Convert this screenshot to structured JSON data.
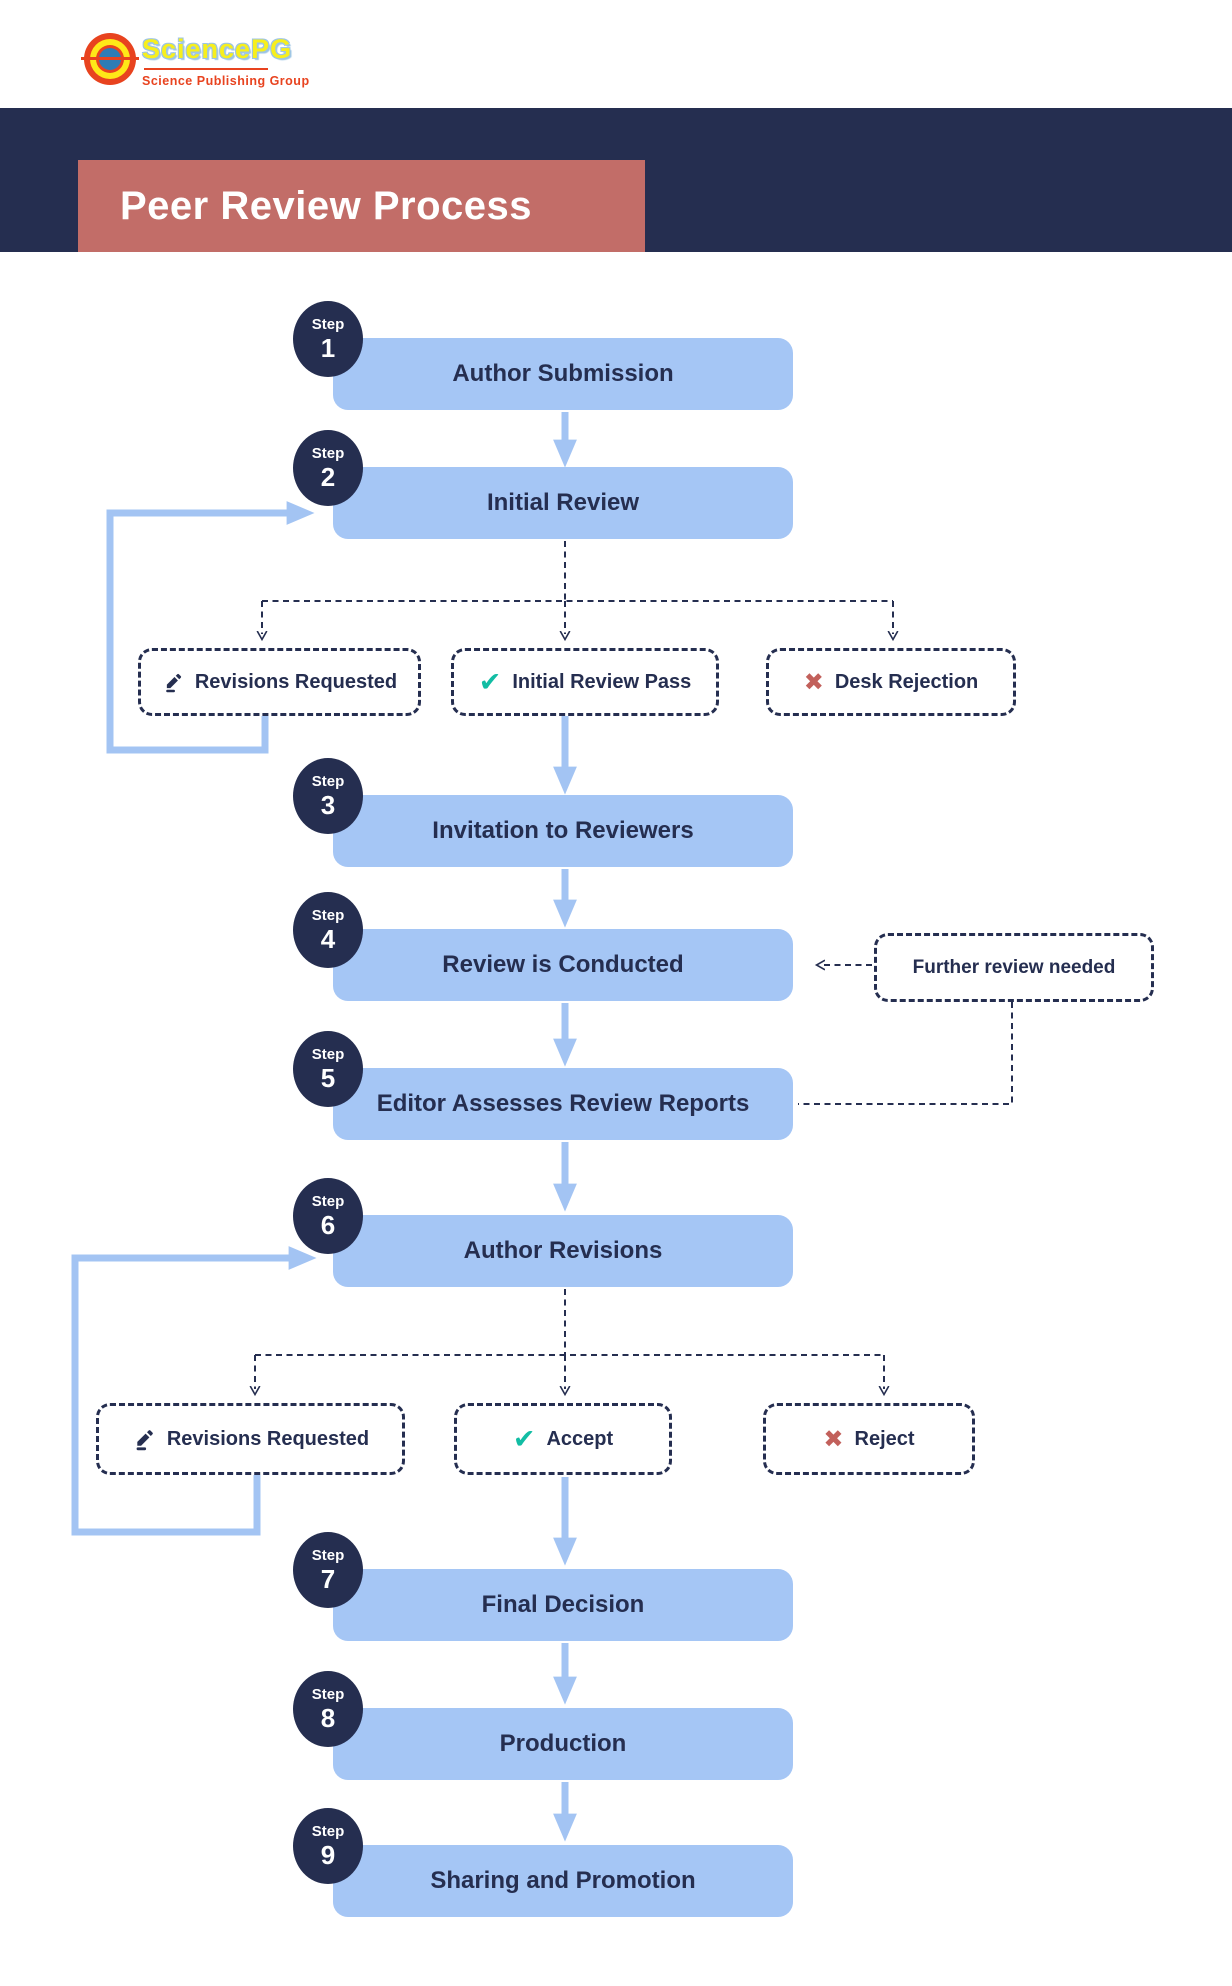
{
  "logo": {
    "brand": "SciencePG",
    "tagline": "Science Publishing Group"
  },
  "banner": {
    "title": "Peer Review Process"
  },
  "steps": [
    {
      "badge": "Step",
      "num": "1",
      "label": "Author Submission"
    },
    {
      "badge": "Step",
      "num": "2",
      "label": "Initial Review"
    },
    {
      "badge": "Step",
      "num": "3",
      "label": "Invitation to Reviewers"
    },
    {
      "badge": "Step",
      "num": "4",
      "label": "Review is Conducted"
    },
    {
      "badge": "Step",
      "num": "5",
      "label": "Editor Assesses Review Reports"
    },
    {
      "badge": "Step",
      "num": "6",
      "label": "Author Revisions"
    },
    {
      "badge": "Step",
      "num": "7",
      "label": "Final Decision"
    },
    {
      "badge": "Step",
      "num": "8",
      "label": "Production"
    },
    {
      "badge": "Step",
      "num": "9",
      "label": "Sharing and Promotion"
    }
  ],
  "decision_row_1": {
    "revisions": {
      "label": "Revisions Requested",
      "icon": "pencil-icon"
    },
    "pass": {
      "label": "Initial Review Pass",
      "icon": "check-icon"
    },
    "reject": {
      "label": "Desk Rejection",
      "icon": "cross-icon"
    }
  },
  "decision_row_2": {
    "revisions": {
      "label": "Revisions Requested",
      "icon": "pencil-icon"
    },
    "accept": {
      "label": "Accept",
      "icon": "check-icon"
    },
    "reject": {
      "label": "Reject",
      "icon": "cross-icon"
    }
  },
  "note": {
    "label": "Further review needed"
  },
  "icons": {
    "check": "✔",
    "cross": "✖"
  },
  "colors": {
    "navy": "#252e50",
    "box_blue": "#a5c6f5",
    "arrow_blue": "#a3c4f3",
    "salmon": "#c26d68",
    "teal": "#12bda4",
    "red": "#c2605b"
  }
}
